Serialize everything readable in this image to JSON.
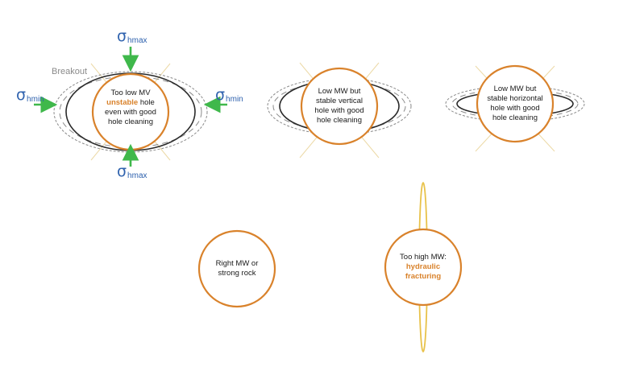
{
  "labels": {
    "breakout": "Breakout",
    "sigma_symbol": "σ",
    "hmax": "hmax",
    "hmin": "hmin"
  },
  "cases": [
    {
      "lines": [
        "Too low MV"
      ],
      "highlight": "unstable",
      "after": " hole",
      "rest": [
        "even with good",
        "hole cleaning"
      ]
    },
    {
      "lines": [
        "Low MW but",
        "stable vertical",
        "hole with good",
        "hole cleaning"
      ]
    },
    {
      "lines": [
        "Low MW but",
        "stable horizontal",
        "hole with good",
        "hole cleaning"
      ]
    },
    {
      "lines": [
        "Right MW or",
        "strong rock"
      ]
    },
    {
      "lines": [
        "Too high MW:"
      ],
      "highlight_lines": [
        "hydraulic",
        "fracturing"
      ]
    }
  ],
  "colors": {
    "hole": "#d9822b",
    "arrow": "#3fb84b",
    "sigma": "#2f62ae",
    "fracture": "#e8c24a",
    "ellipse": "#2a2a2a",
    "dashed": "#8a8a8a"
  }
}
